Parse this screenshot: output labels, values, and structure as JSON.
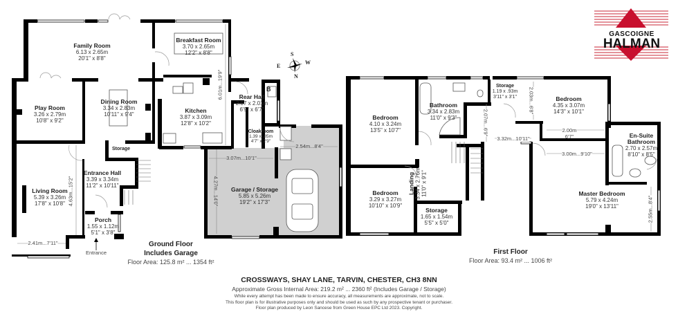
{
  "brand": {
    "line1": "GASCOIGNE",
    "line2": "HALMAN",
    "accent_color": "#c8102e"
  },
  "compass": {
    "n": "N",
    "s": "S",
    "e": "E",
    "w": "W"
  },
  "ground_floor": {
    "title_line1": "Ground Floor",
    "title_line2": "Includes Garage",
    "area": "Floor Area: 125.8 m² ... 1354 ft²",
    "entrance_label": "Entrance",
    "rooms": [
      {
        "name": "Family Room",
        "metric": "6.13 x 2.65m",
        "imperial": "20'1\" x 8'8\""
      },
      {
        "name": "Breakfast Room",
        "metric": "3.70 x 2.65m",
        "imperial": "12'2\" x 8'8\""
      },
      {
        "name": "Play Room",
        "metric": "3.26 x 2.79m",
        "imperial": "10'8\" x 9'2\""
      },
      {
        "name": "Dining Room",
        "metric": "3.34 x 2.83m",
        "imperial": "10'11\" x 9'4\""
      },
      {
        "name": "Kitchen",
        "metric": "3.87 x 3.09m",
        "imperial": "12'8\" x 10'2\""
      },
      {
        "name": "Rear Hall",
        "metric": "2.07 x 2.01m",
        "imperial": "6'9\" x 6'7\""
      },
      {
        "name": "Cloakroom",
        "metric": "1.39 x .85m",
        "imperial": "4'7\" x 2'9\""
      },
      {
        "name": "Storage",
        "metric": "",
        "imperial": ""
      },
      {
        "name": "Entrance Hall",
        "metric": "3.39 x 3.34m",
        "imperial": "11'2\" x 10'11\""
      },
      {
        "name": "Living Room",
        "metric": "5.39 x 3.26m",
        "imperial": "17'8\" x 10'8\""
      },
      {
        "name": "Porch",
        "metric": "1.55 x 1.12m",
        "imperial": "5'1\" x 3'8\""
      },
      {
        "name": "Garage / Storage",
        "metric": "5.85 x 5.26m",
        "imperial": "19'2\" x 17'3\""
      }
    ],
    "dimensions": {
      "kitchen_vertical": "6.01m...19'9\"",
      "hall_vertical": "4.63m...15'2\"",
      "living_horizontal": "2.41m...7'11\"",
      "garage_top": "3.07m...10'1\"",
      "garage_right": "2.54m...8'4\"",
      "garage_vertical": "4.27m...14'0\""
    },
    "boiler_label": "B"
  },
  "first_floor": {
    "title": "First Floor",
    "area": "Floor Area: 93.4 m² ... 1006 ft²",
    "rooms": [
      {
        "name": "Bedroom",
        "metric": "4.10 x 3.24m",
        "imperial": "13'5\" x 10'7\""
      },
      {
        "name": "Bathroom",
        "metric": "3.34 x 2.83m",
        "imperial": "11'0\" x 9'3\""
      },
      {
        "name": "Storage",
        "metric": "1.19 x .93m",
        "imperial": "3'11\" x 3'1\""
      },
      {
        "name": "Bedroom",
        "metric": "4.35 x 3.07m",
        "imperial": "14'3\" x 10'1\""
      },
      {
        "name": "En-Suite Bathroom",
        "metric": "2.70 x 2.57m",
        "imperial": "8'10\" x 8'5\""
      },
      {
        "name": "Landing",
        "metric": "3.34 x 2.76m",
        "imperial": "11'0\" x 9'1\""
      },
      {
        "name": "Bedroom",
        "metric": "3.29 x 3.27m",
        "imperial": "10'10\" x 10'9\""
      },
      {
        "name": "Storage",
        "metric": "1.65 x 1.54m",
        "imperial": "5'5\" x 5'0\""
      },
      {
        "name": "Master Bedroom",
        "metric": "5.79 x 4.24m",
        "imperial": "19'0\" x 13'11\""
      }
    ],
    "dimensions": {
      "bedroom_vertical": "2.03m...6'8\"",
      "landing_vertical": "2.07m...6'9\"",
      "landing_horizontal": "3.32m...10'11\"",
      "bedroom_recess": "2.00m",
      "bedroom_recess_imp": "6'7\"",
      "master_top": "3.00m...9'10\"",
      "master_vertical": "2.55m...8'4\""
    }
  },
  "footer": {
    "address": "CROSSWAYS, SHAY LANE, TARVIN, CHESTER, CH3 8NN",
    "gross_area": "Approximate Gross Internal Area: 219.2 m² ... 2360 ft² (Includes Garage / Storage)",
    "disclaimer_1": "While every attempt has been made to ensure accuracy, all measurements are approximate, not to scale.",
    "disclaimer_2": "This floor plan is for illustrative purposes only and should be used as such by any prospective tenant or purchaser.",
    "disclaimer_3": "Floor plan produced by Leon Sancese from Green House EPC Ltd 2023. Copyright."
  }
}
